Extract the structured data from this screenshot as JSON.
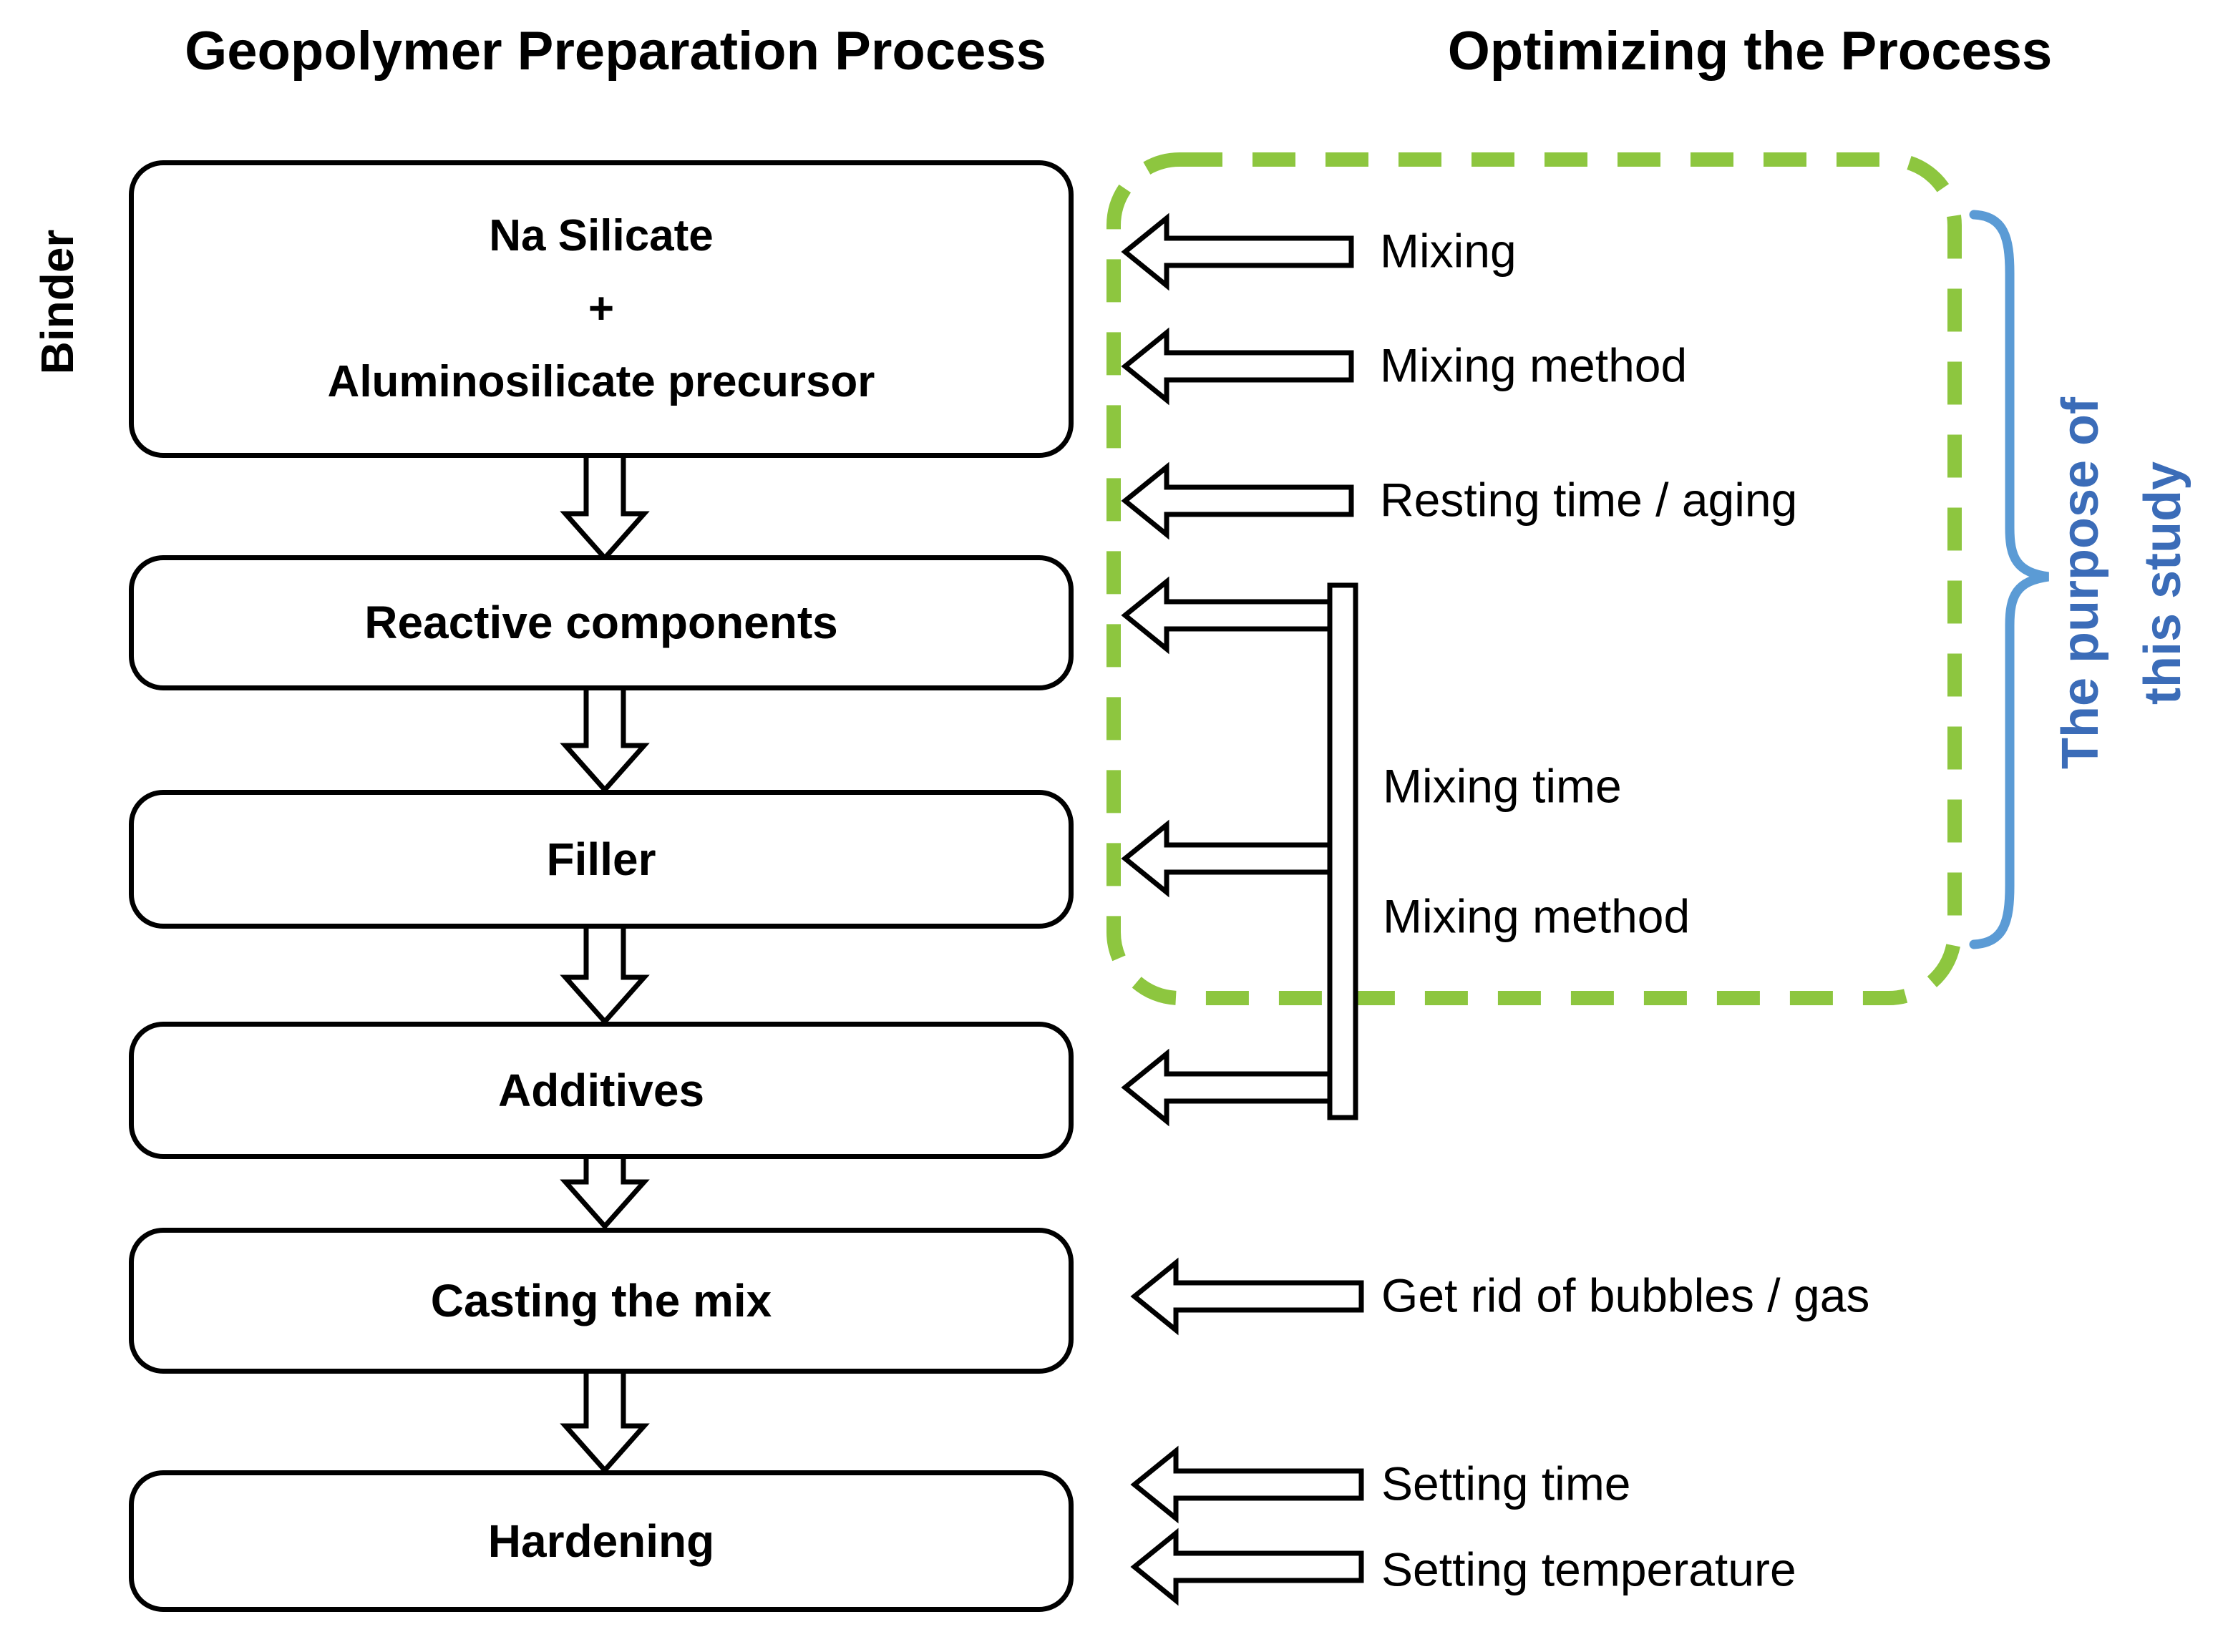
{
  "left_column": {
    "title": "Geopolymer Preparation Process",
    "side_label": "Binder",
    "boxes": [
      {
        "lines": [
          "Na Silicate",
          "+",
          "Aluminosilicate precursor"
        ]
      },
      {
        "lines": [
          "Reactive components"
        ]
      },
      {
        "lines": [
          "Filler"
        ]
      },
      {
        "lines": [
          "Additives"
        ]
      },
      {
        "lines": [
          "Casting the mix"
        ]
      },
      {
        "lines": [
          "Hardening"
        ]
      }
    ]
  },
  "right_column": {
    "title": "Optimizing the Process",
    "annotations": [
      {
        "label": "Mixing"
      },
      {
        "label": "Mixing method"
      },
      {
        "label": "Resting time / aging"
      },
      {
        "label": "Mixing time"
      },
      {
        "label": "Mixing method"
      },
      {
        "label": "Get rid of bubbles / gas"
      },
      {
        "label": "Setting time"
      },
      {
        "label": "Setting temperature"
      }
    ]
  },
  "purpose_callout": {
    "lines": [
      "The purpose of",
      "this study"
    ]
  },
  "colors": {
    "dashed_box_green": "#8DC63F",
    "brace_blue": "#5B9BD5",
    "purpose_text_blue": "#3B6CB8",
    "diagram_black": "#000000"
  }
}
